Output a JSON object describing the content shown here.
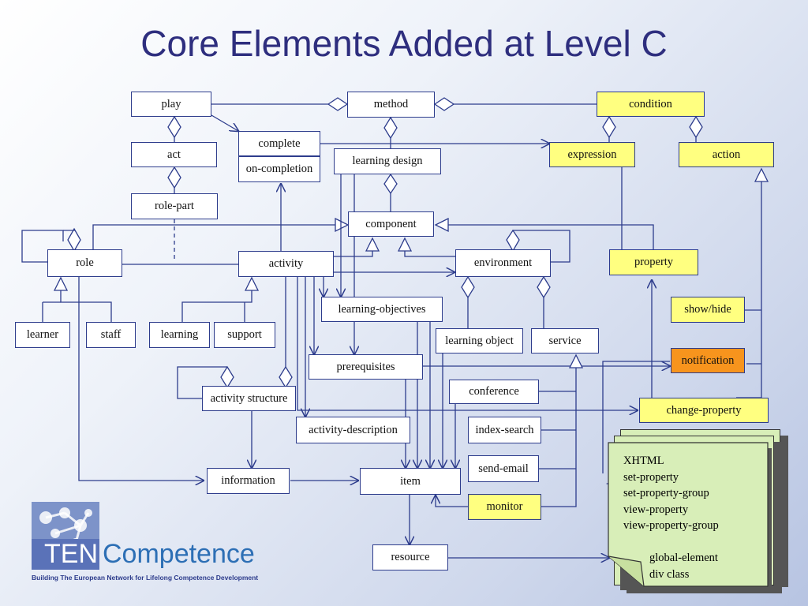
{
  "slide": {
    "title": "Core Elements Added at Level C"
  },
  "boxes": {
    "play": "play",
    "method": "method",
    "condition": "condition",
    "act": "act",
    "complete": "complete",
    "on_completion": "on-completion",
    "learning_design": "learning design",
    "expression": "expression",
    "action": "action",
    "role_part": "role-part",
    "component": "component",
    "role": "role",
    "activity": "activity",
    "environment": "environment",
    "property": "property",
    "learning_objectives": "learning-objectives",
    "show_hide": "show/hide",
    "learner": "learner",
    "staff": "staff",
    "learning": "learning",
    "support": "support",
    "learning_object": "learning object",
    "service": "service",
    "prerequisites": "prerequisites",
    "notification": "notification",
    "conference": "conference",
    "activity_structure": "activity structure",
    "change_property": "change-property",
    "activity_description": "activity-description",
    "index_search": "index-search",
    "send_email": "send-email",
    "information": "information",
    "item": "item",
    "monitor": "monitor",
    "resource": "resource"
  },
  "colors": {
    "level_c_fill": "#ffff80",
    "notification_fill": "#f7941d",
    "line": "#2d3c8c"
  },
  "document": {
    "group1": [
      "XHTML",
      "set-property",
      "set-property-group",
      "view-property",
      "view-property-group"
    ],
    "group2": [
      "global-element",
      "div class"
    ]
  },
  "logo": {
    "ten": "TEN",
    "competence": "Competence",
    "tagline": "Building The European Network for Lifelong Competence Development"
  }
}
